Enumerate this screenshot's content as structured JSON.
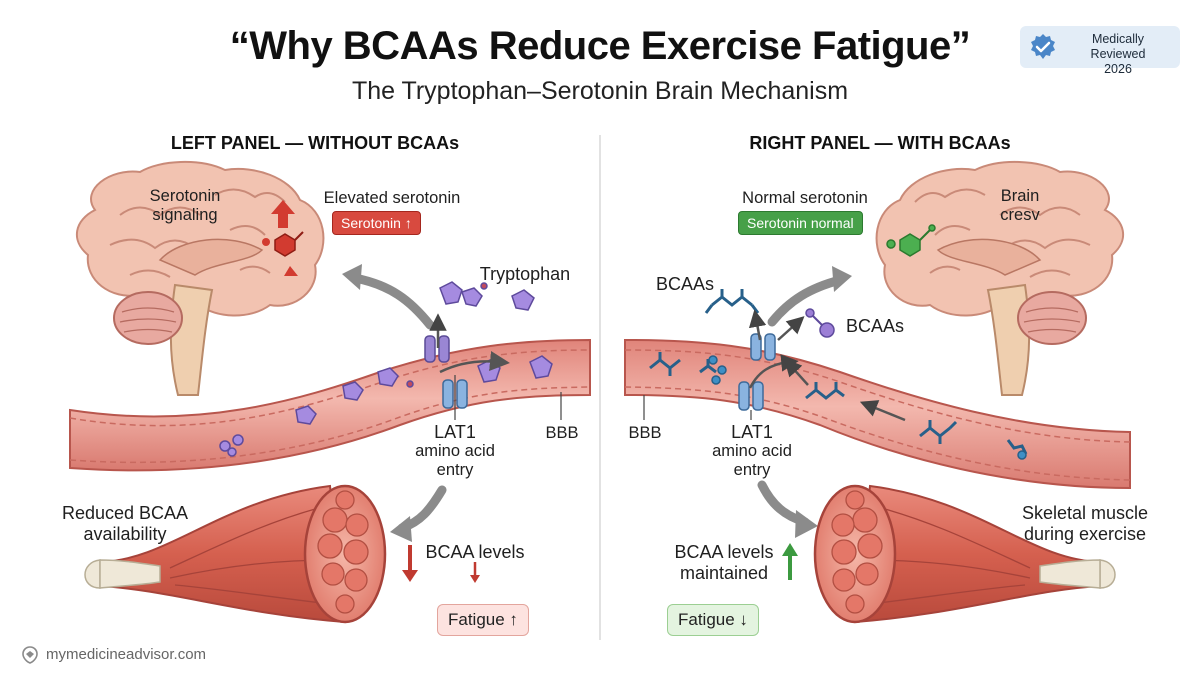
{
  "header": {
    "title": "“Why BCAAs Reduce Exercise Fatigue”",
    "subtitle": "The Tryptophan–Serotonin Brain Mechanism",
    "badge_line1": "Medically Reviewed",
    "badge_line2": "2026"
  },
  "left_panel": {
    "title": "LEFT PANEL — WITHOUT BCAAs",
    "serotonin_signaling_1": "Serotonin",
    "serotonin_signaling_2": "signaling",
    "elevated_label": "Elevated serotonin",
    "serotonin_pill": "Serotonin ↑",
    "tryptophan_label": "Tryptophan",
    "lat1_1": "LAT1",
    "lat1_2": "amino acid",
    "lat1_3": "entry",
    "bbb_label": "BBB",
    "reduced_1": "Reduced BCAA",
    "reduced_2": "availability",
    "bcaa_levels": "BCAA levels",
    "fatigue": "Fatigue ↑"
  },
  "right_panel": {
    "title": "RIGHT PANEL — WITH BCAAs",
    "normal_label": "Normal serotonin",
    "serotonin_pill": "Serotonin normal",
    "brain_1": "Brain",
    "brain_2": "cresv",
    "bcaas_label_1": "BCAAs",
    "bcaas_label_2": "BCAAs",
    "bbb_label": "BBB",
    "lat1_1": "LAT1",
    "lat1_2": "amino acid",
    "lat1_3": "entry",
    "bcaa_maintained_1": "BCAA levels",
    "bcaa_maintained_2": "maintained",
    "skeletal_1": "Skeletal muscle",
    "skeletal_2": "during exercise",
    "fatigue": "Fatigue ↓"
  },
  "footer": {
    "site": "mymedicineadvisor.com"
  },
  "colors": {
    "vessel": "#e9a39b",
    "vessel_wall": "#c9645c",
    "brain": "#f0c0ae",
    "brain_fold": "#c98a78",
    "muscle": "#d96d5f",
    "tendon": "#efe8d8",
    "tryptophan": "#9c7fd6",
    "bcaa": "#3f8fc5",
    "transporter": "#8ab3e0",
    "arrow_grey": "#8b8b8b",
    "red": "#d84a3f",
    "green": "#46a048"
  },
  "icons": [
    "check-badge-icon",
    "logo-icon",
    "brain-icon",
    "muscle-icon",
    "blood-vessel-icon",
    "molecule-icon",
    "transporter-icon"
  ]
}
